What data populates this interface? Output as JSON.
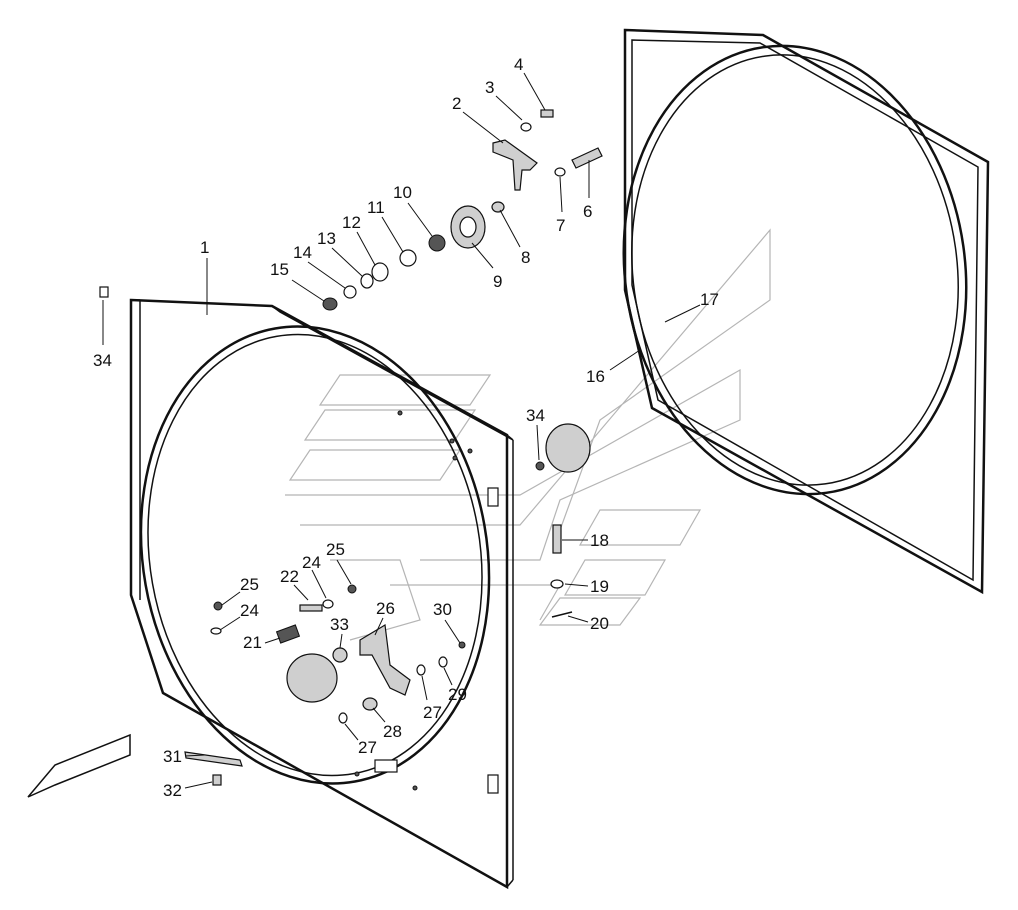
{
  "labels": [
    {
      "id": "p1",
      "text": "1"
    },
    {
      "id": "p2",
      "text": "2"
    },
    {
      "id": "p3",
      "text": "3"
    },
    {
      "id": "p4",
      "text": "4"
    },
    {
      "id": "p6",
      "text": "6"
    },
    {
      "id": "p7",
      "text": "7"
    },
    {
      "id": "p8",
      "text": "8"
    },
    {
      "id": "p9",
      "text": "9"
    },
    {
      "id": "p10",
      "text": "10"
    },
    {
      "id": "p11",
      "text": "11"
    },
    {
      "id": "p12",
      "text": "12"
    },
    {
      "id": "p13",
      "text": "13"
    },
    {
      "id": "p14",
      "text": "14"
    },
    {
      "id": "p15",
      "text": "15"
    },
    {
      "id": "p16",
      "text": "16"
    },
    {
      "id": "p17",
      "text": "17"
    },
    {
      "id": "p18",
      "text": "18"
    },
    {
      "id": "p19",
      "text": "19"
    },
    {
      "id": "p20",
      "text": "20"
    },
    {
      "id": "p21",
      "text": "21"
    },
    {
      "id": "p22",
      "text": "22"
    },
    {
      "id": "p24a",
      "text": "24"
    },
    {
      "id": "p24b",
      "text": "24"
    },
    {
      "id": "p25a",
      "text": "25"
    },
    {
      "id": "p25b",
      "text": "25"
    },
    {
      "id": "p26",
      "text": "26"
    },
    {
      "id": "p27a",
      "text": "27"
    },
    {
      "id": "p27b",
      "text": "27"
    },
    {
      "id": "p28",
      "text": "28"
    },
    {
      "id": "p29",
      "text": "29"
    },
    {
      "id": "p30",
      "text": "30"
    },
    {
      "id": "p31",
      "text": "31"
    },
    {
      "id": "p32",
      "text": "32"
    },
    {
      "id": "p33",
      "text": "33"
    },
    {
      "id": "p34a",
      "text": "34"
    },
    {
      "id": "p34b",
      "text": "34"
    }
  ]
}
